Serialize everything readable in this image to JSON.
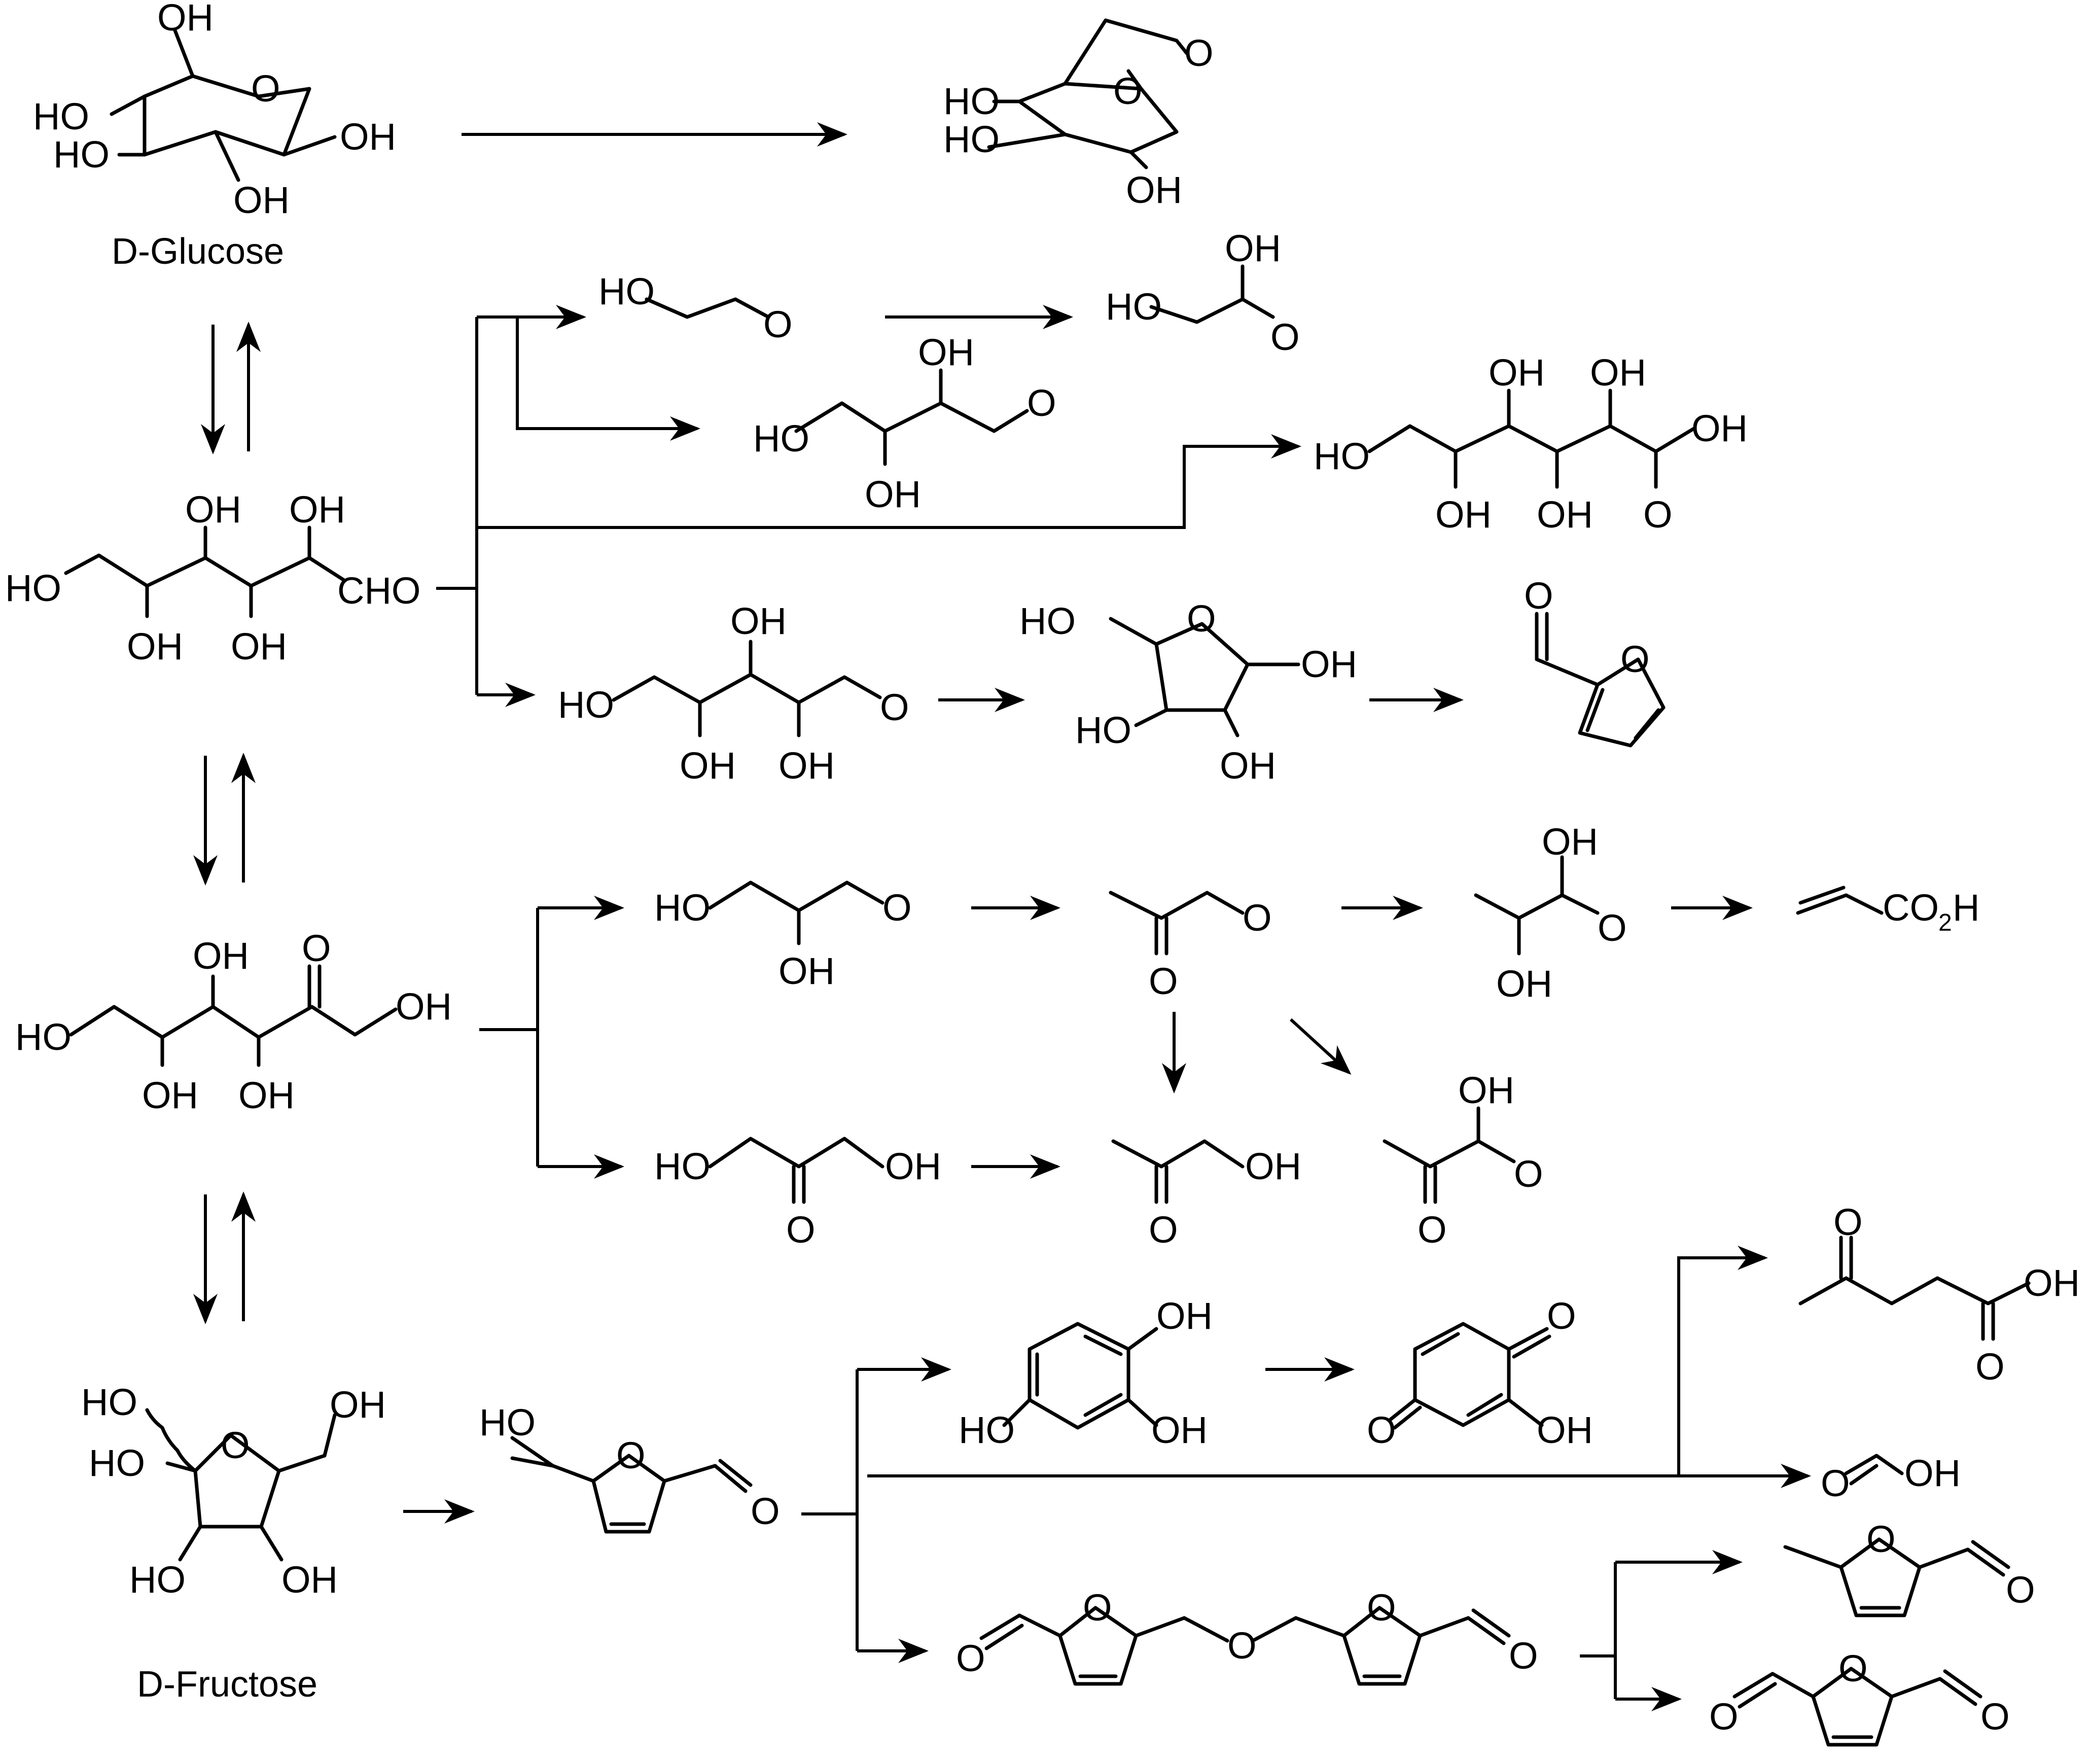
{
  "compounds": {
    "glucose": {
      "name": "D-Glucose",
      "oh": [
        "HO",
        "HO",
        "OH",
        "OH",
        "O"
      ]
    },
    "levoglucosan": {
      "oh": [
        "HO",
        "HO",
        "OH",
        "O",
        "O"
      ]
    },
    "glucose_open": {
      "labels": [
        "HO",
        "OH",
        "OH",
        "OH",
        "OH",
        "CHO"
      ]
    },
    "fructose_open": {
      "labels": [
        "HO",
        "OH",
        "OH",
        "OH",
        "O",
        "OH"
      ]
    },
    "fructose": {
      "name": "D-Fructose",
      "labels": [
        "HO",
        "OH",
        "HO",
        "O",
        "HO",
        "OH"
      ]
    },
    "glycolaldehyde": {
      "labels": [
        "HO",
        "O"
      ]
    },
    "glycolic_acid": {
      "labels": [
        "HO",
        "OH",
        "O"
      ]
    },
    "erythrose": {
      "labels": [
        "HO",
        "OH",
        "OH",
        "O"
      ]
    },
    "gluconic_acid": {
      "labels": [
        "HO",
        "OH",
        "OH",
        "OH",
        "OH",
        "OH",
        "O"
      ]
    },
    "arabinose": {
      "labels": [
        "HO",
        "OH",
        "OH",
        "OH",
        "O"
      ]
    },
    "arabinofuranose": {
      "labels": [
        "HO",
        "O",
        "OH",
        "HO",
        "OH"
      ]
    },
    "furfural": {
      "labels": [
        "O",
        "O"
      ]
    },
    "glyceraldehyde": {
      "labels": [
        "HO",
        "OH",
        "O"
      ]
    },
    "methylglyoxal": {
      "labels": [
        "O",
        "O"
      ]
    },
    "lactic_acid": {
      "labels": [
        "OH",
        "O",
        "OH"
      ]
    },
    "acrylic_acid": {
      "labels": [
        "CO",
        "2",
        "H"
      ]
    },
    "dihydroxyacetone": {
      "labels": [
        "HO",
        "OH",
        "O"
      ]
    },
    "hydroxyacetone": {
      "labels": [
        "O",
        "OH"
      ]
    },
    "pyruvic_acid": {
      "labels": [
        "OH",
        "O",
        "O"
      ]
    },
    "hmf": {
      "labels": [
        "HO",
        "O",
        "O"
      ]
    },
    "triol": {
      "labels": [
        "OH",
        "HO",
        "OH"
      ]
    },
    "quinone": {
      "labels": [
        "O",
        "O",
        "OH"
      ]
    },
    "levulinic_acid": {
      "labels": [
        "O",
        "OH",
        "O"
      ]
    },
    "formic_acid": {
      "labels": [
        "O",
        "OH"
      ]
    },
    "oxybis": {
      "labels": [
        "O",
        "O",
        "O",
        "O",
        "O"
      ]
    },
    "methylfurfural": {
      "labels": [
        "O",
        "O"
      ]
    },
    "dff": {
      "labels": [
        "O",
        "O",
        "O"
      ]
    }
  }
}
